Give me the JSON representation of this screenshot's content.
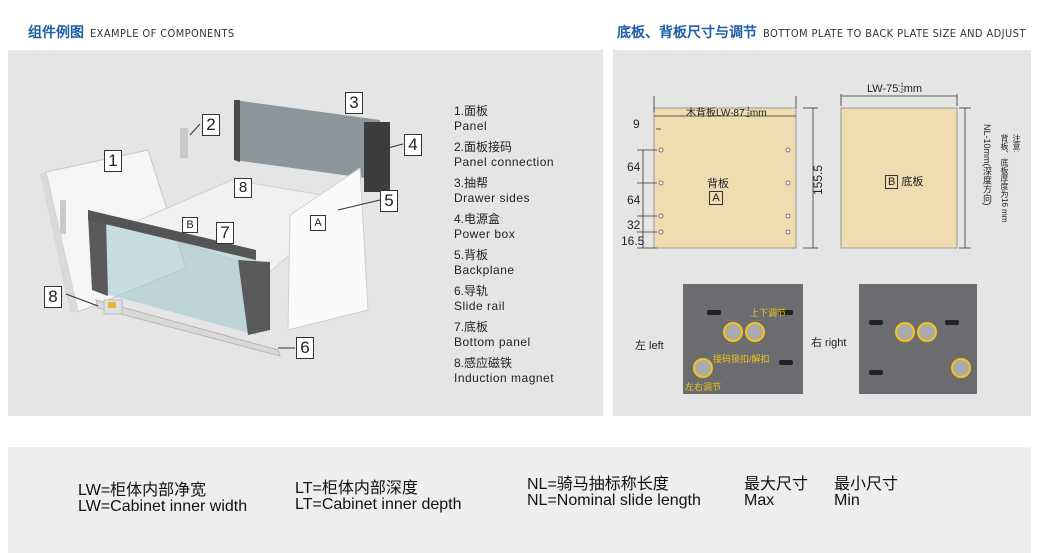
{
  "left_title": {
    "cn": "组件例图",
    "en": "EXAMPLE OF COMPONENTS"
  },
  "right_title": {
    "cn": "底板、背板尺寸与调节",
    "en": "BOTTOM PLATE TO BACK PLATE SIZE AND ADJUST"
  },
  "components": [
    {
      "cn": "1.面板",
      "en": "Panel"
    },
    {
      "cn": "2.面板接码",
      "en": "Panel connection"
    },
    {
      "cn": "3.抽帮",
      "en": "Drawer sides"
    },
    {
      "cn": "4.电源盒",
      "en": "Power box"
    },
    {
      "cn": "5.背板",
      "en": "Backplane"
    },
    {
      "cn": "6.导轨",
      "en": "Slide rail"
    },
    {
      "cn": "7.底板",
      "en": "Bottom panel"
    },
    {
      "cn": "8.感应磁铁",
      "en": "Induction magnet"
    }
  ],
  "diagram_tags": {
    "t1": "1",
    "t2": "2",
    "t3": "3",
    "t4": "4",
    "t5": "5",
    "t6": "6",
    "t7": "7",
    "t8a": "8",
    "t8b": "8",
    "tA": "A",
    "tB": "B"
  },
  "back_plate": {
    "width_label": "木背板LW-87",
    "width_tol_top": "-1",
    "width_tol_bottom": "-2",
    "width_unit": "mm",
    "height": "155.5",
    "offset_left": "9",
    "spacings": [
      "64",
      "64",
      "32",
      "16.5"
    ],
    "center_label": "背板",
    "center_tag": "A"
  },
  "bottom_plate": {
    "width_label": "LW-75",
    "width_tol_top": "-1",
    "width_tol_bottom": "-2",
    "width_unit": "mm",
    "depth_label": "NL-10mm(深度方向)",
    "tag": "B",
    "label": "底板"
  },
  "note": {
    "title": "注意:",
    "text": "背板、底板厚度为16 mm"
  },
  "photos": {
    "left_label": "左 left",
    "right_label": "右 right",
    "cap_updown": "上下调节",
    "cap_lock": "接码锁扣/解扣",
    "cap_leftright": "左右调节"
  },
  "definitions": [
    {
      "l1": "LW=柜体内部净宽",
      "l2": "LW=Cabinet inner width"
    },
    {
      "l1": "LT=柜体内部深度",
      "l2": "LT=Cabinet inner depth"
    },
    {
      "l1": "NL=骑马抽标称长度",
      "l2": "NL=Nominal slide length"
    },
    {
      "l1": "最大尺寸",
      "l2": "Max"
    },
    {
      "l1": "最小尺寸",
      "l2": "Min"
    }
  ],
  "colors": {
    "title_blue": "#1f5ea8",
    "panel_bg": "#e5e5e5",
    "plate_fill": "#efdcb0",
    "yellow": "#f4c21b"
  }
}
